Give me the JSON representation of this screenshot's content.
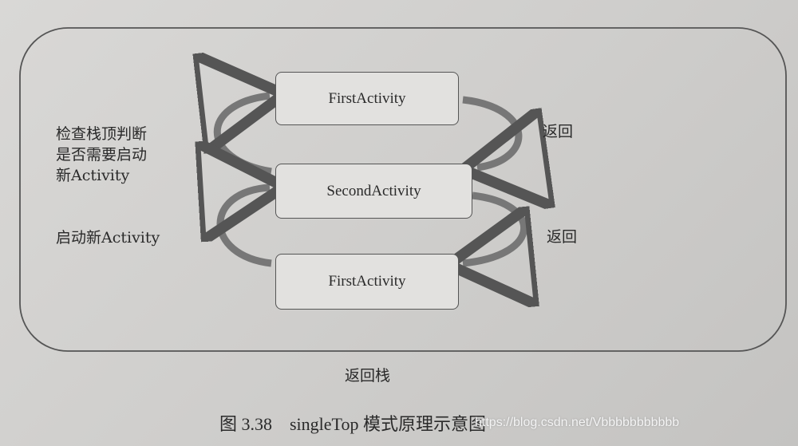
{
  "diagram": {
    "boxes": [
      "FirstActivity",
      "SecondActivity",
      "FirstActivity"
    ],
    "left_labels": {
      "check_top": [
        "检查栈顶判断",
        "是否需要启动",
        "新Activity"
      ],
      "start_new": "启动新Activity"
    },
    "right_labels": {
      "back_top": "返回",
      "back_bottom": "返回"
    },
    "stack_label": "返回栈"
  },
  "caption": "图 3.38　singleTop 模式原理示意图",
  "watermark": "https://blog.csdn.net/Vbbbbbbbbbbb"
}
